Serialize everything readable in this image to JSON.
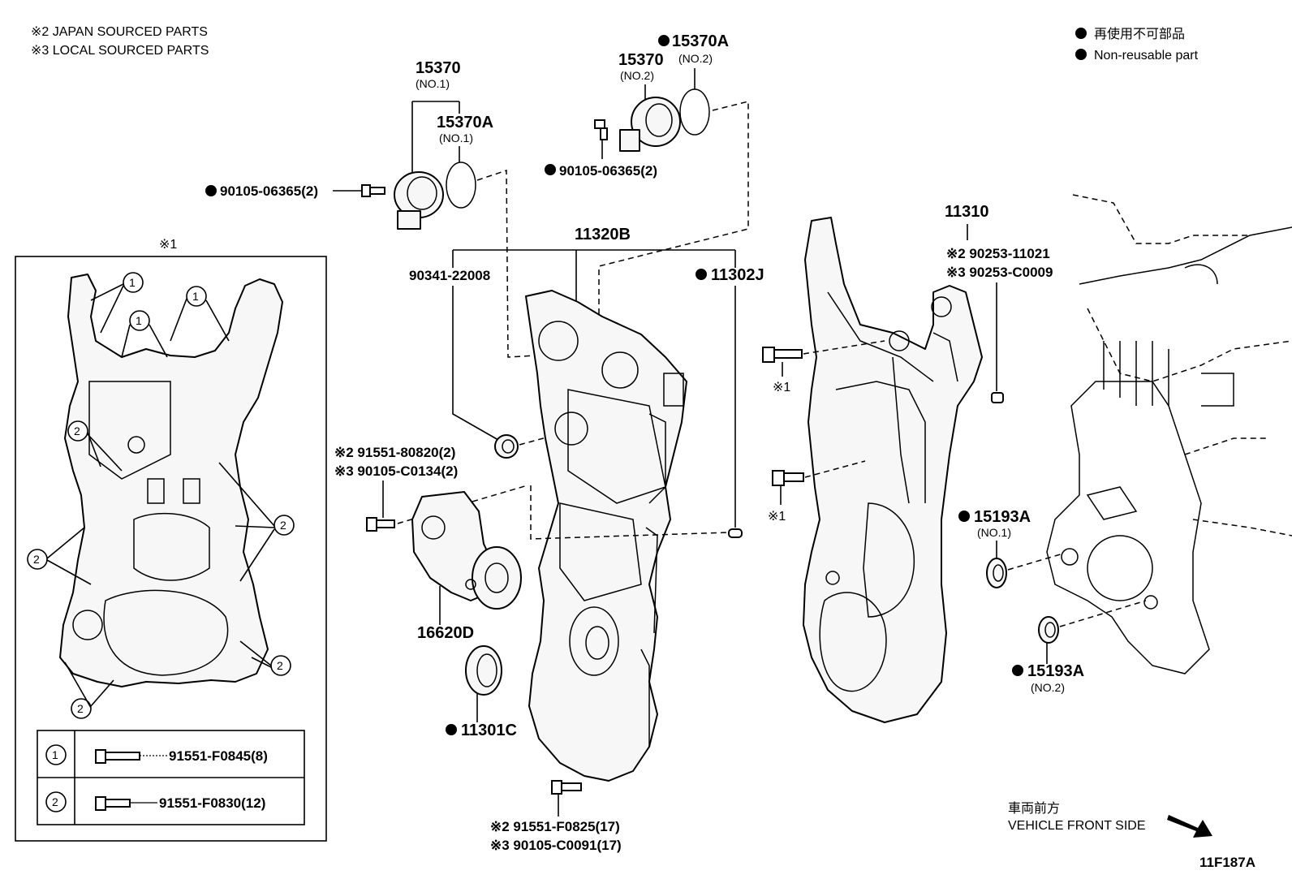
{
  "notes": {
    "japan_sourced": "※2 JAPAN SOURCED PARTS",
    "local_sourced": "※3 LOCAL SOURCED PARTS"
  },
  "legend": {
    "jp": "再使用不可部品",
    "en": "Non-reusable part"
  },
  "labels": {
    "p15370_no1": "15370",
    "p15370_no1_sub": "(NO.1)",
    "p15370A_no1": "15370A",
    "p15370A_no1_sub": "(NO.1)",
    "p15370_no2": "15370",
    "p15370_no2_sub": "(NO.2)",
    "p15370A_no2": "15370A",
    "p15370A_no2_sub": "(NO.2)",
    "bolt_left": "90105-06365(2)",
    "bolt_top": "90105-06365(2)",
    "p11320B": "11320B",
    "p90341": "90341-22008",
    "p11302J": "11302J",
    "p11310": "11310",
    "p90253_jp": "※2 90253-11021",
    "p90253_local": "※3 90253-C0009",
    "ast1_label": "※1",
    "ast1_a": "※1",
    "ast1_b": "※1",
    "p91551_80820": "※2 91551-80820(2)",
    "p90105_C0134": "※3 90105-C0134(2)",
    "p16620D": "16620D",
    "p11301C": "11301C",
    "p15193A_no1": "15193A",
    "p15193A_no1_sub": "(NO.1)",
    "p15193A_no2": "15193A",
    "p15193A_no2_sub": "(NO.2)",
    "p91551_F0825": "※2 91551-F0825(17)",
    "p90105_C0091": "※3 90105-C0091(17)",
    "vehicle_jp": "車両前方",
    "vehicle_en": "VEHICLE FRONT SIDE",
    "figure_id": "11F187A"
  },
  "callouts": {
    "one": "1",
    "two": "2"
  },
  "bolt_table": [
    {
      "key": "1",
      "part": "91551-F0845(8)"
    },
    {
      "key": "2",
      "part": "91551-F0830(12)"
    }
  ]
}
